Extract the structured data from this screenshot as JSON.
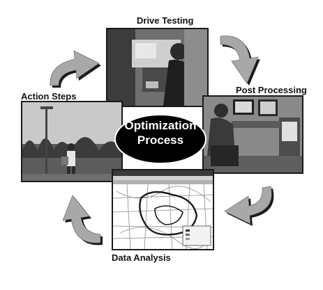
{
  "center": {
    "line1": "Optimization",
    "line2": "Process"
  },
  "steps": {
    "drive_testing": "Drive Testing",
    "post_processing": "Post Processing",
    "data_analysis": "Data Analysis",
    "action_steps": "Action Steps"
  },
  "colors": {
    "ellipse": "#000000",
    "arrow_fill": "#a8a8a8",
    "arrow_shadow": "#1a1a1a",
    "frame": "#1a1a1a"
  },
  "icons": {
    "cycle_arrows": [
      "curved-arrow-icon",
      "curved-arrow-icon",
      "curved-arrow-icon",
      "curved-arrow-icon"
    ]
  }
}
